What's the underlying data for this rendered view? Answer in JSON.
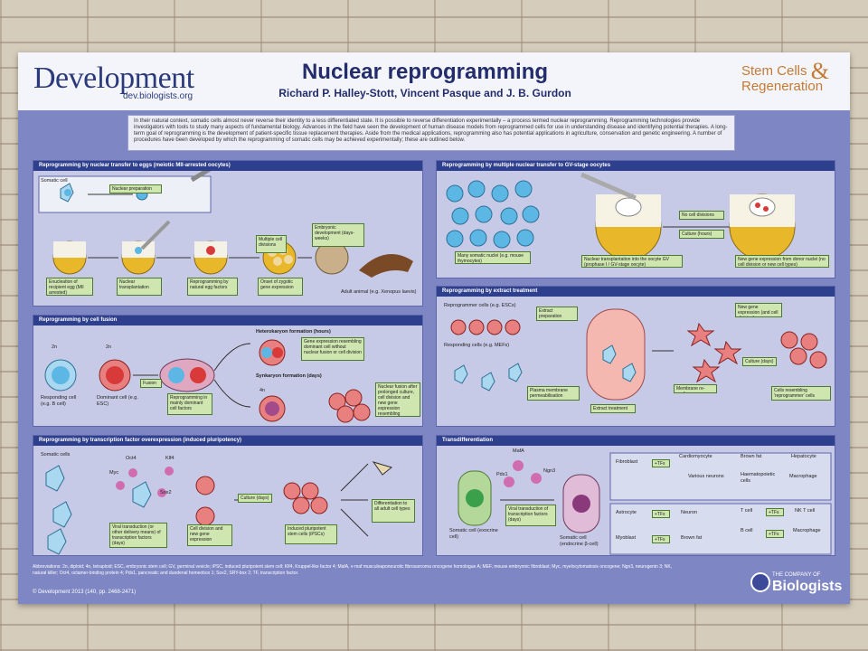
{
  "header": {
    "brand": "Development",
    "brand_url": "dev.biologists.org",
    "title": "Nuclear reprogramming",
    "authors": "Richard P. Halley-Stott, Vincent Pasque and J. B. Gurdon",
    "series_line1": "Stem Cells",
    "series_amp": "&",
    "series_line2": "Regeneration"
  },
  "intro": "In their natural context, somatic cells almost never reverse their identity to a less differentiated state. It is possible to reverse differentiation experimentally – a process termed nuclear reprogramming. Reprogramming technologies provide investigators with tools to study many aspects of fundamental biology. Advances in the field have seen the development of human disease models from reprogrammed cells for use in understanding disease and identifying potential therapies. A long-term goal of reprogramming is the development of patient-specific tissue replacement therapies. Aside from the medical applications, reprogramming also has potential applications in agriculture, conservation and genetic engineering. A number of procedures have been developed by which the reprogramming of somatic cells may be achieved experimentally; these are outlined below.",
  "panels": {
    "eggs": {
      "title": "Reprogramming by nuclear transfer to eggs (meiotic MII-arrested oocytes)",
      "somatic_cell": "Somatic cell",
      "nuclear_preparation": "Nuclear preparation",
      "enucleation": "Enucleation of recipient egg (MII arrested)",
      "nuclear_transplantation": "Nuclear transplantation",
      "reprogramming_egg": "Reprogramming by natural egg factors",
      "multiple_divisions": "Multiple cell divisions",
      "onset_zygotic": "Onset of zygotic gene expression",
      "embryonic_development": "Embryonic development (days-weeks)",
      "adult_animal": "Adult animal (e.g. Xenopus laevis)"
    },
    "gv": {
      "title": "Reprogramming by multiple nuclear transfer to GV-stage oocytes",
      "many_nuclei": "Many somatic nuclei (e.g. mouse thymocytes)",
      "transplantation_gv": "Nuclear transplantation into the oocyte GV (prophase I / GV-stage oocyte)",
      "no_cell_divisions": "No cell divisions",
      "culture_hours": "Culture (hours)",
      "new_gene_expression": "New gene expression from donor nuclei (no cell division or new cell types)"
    },
    "fusion": {
      "title": "Reprogramming by cell fusion",
      "ploidy_2n_a": "2n",
      "ploidy_2n_b": "2n",
      "ploidy_4n": "4n",
      "responding_cell": "Responding cell (e.g. B cell)",
      "dominant_cell": "Dominant cell (e.g. ESC)",
      "fusion": "Fusion",
      "reprogramming_factors": "Reprogramming in mainly dominant cell factors",
      "heterokaryon": "Heterokaryon formation (hours)",
      "heterokaryon_box": "Gene expression resembling dominant cell without nuclear fusion or cell division",
      "synkaryon": "Synkaryon formation (days)",
      "synkaryon_box": "Nuclear fusion after prolonged culture, cell division and new gene expression resembling dominant cell"
    },
    "extract": {
      "title": "Reprogramming by extract treatment",
      "reprogrammer_cells": "Reprogrammer cells (e.g. ESCs)",
      "responding_cells": "Responding cells (e.g. MEFs)",
      "extract_preparation": "Extract preparation",
      "plasma_membrane": "Plasma membrane permeabilisation",
      "extract_treatment": "Extract treatment",
      "membrane_resealing": "Membrane re-sealing",
      "new_gene_expression": "New gene expression (and cell division)",
      "culture_days": "Culture (days)",
      "cells_resembling": "Cells resembling 'reprogrammer' cells"
    },
    "ipsc": {
      "title": "Reprogramming by transcription factor overexpression (induced pluripotency)",
      "somatic_cells": "Somatic cells",
      "oct4": "Oct4",
      "klf4": "Klf4",
      "myc": "Myc",
      "sox2": "Sox2",
      "viral_transduction": "Viral transduction (or other delivery means) of transcription factors (days)",
      "cell_division": "Cell division and new gene expression",
      "culture_days": "Culture (days)",
      "induced_pluripotent": "Induced pluripotent stem cells (iPSCs)",
      "differentiation": "Differentiation to all adult cell types"
    },
    "trans": {
      "title": "Transdifferentiation",
      "mafa": "MafA",
      "pdx1": "Pdx1",
      "ngn3": "Ngn3",
      "somatic_exocrine": "Somatic cell (exocrine cell)",
      "viral_transduction": "Viral transduction of transcription factors (days)",
      "somatic_endocrine": "Somatic cell (endocrine β-cell)",
      "fibroblast": "Fibroblast",
      "cardiomyocyte": "Cardiomyocyte",
      "various_neurons": "Various neurons",
      "brown_fat": "Brown fat",
      "haematopoietic": "Haematopoietic cells",
      "hepatocyte": "Hepatocyte",
      "macrophage": "Macrophage",
      "astrocyte": "Astrocyte",
      "neuron": "Neuron",
      "myoblast": "Myoblast",
      "brown_fat_b": "Brown fat",
      "t_cell": "T cell",
      "nk_t_cell": "NK T cell",
      "b_cell": "B cell",
      "macrophage_b": "Macrophage",
      "tfs": "+TFs"
    }
  },
  "footer": {
    "abbreviations": "Abbreviations: 2n, diploid; 4n, tetraploid; ESC, embryonic stem cell; GV, germinal vesicle; iPSC, induced pluripotent stem cell; Klf4, Kruppel-like factor 4; MafA, v-maf musculoaponeurotic fibrosarcoma oncogene homologue A; MEF, mouse embryonic fibroblast; Myc, myelocytomatosis oncogene; Ngn3, neurogenin 3; NK, natural killer; Oct4, octamer-binding protein 4; Pdx1, pancreatic and duodenal homeobox 1; Sox2, SRY-box 2; TF, transcription factor.",
    "citation": "© Development 2013 (140, pp. 2468-2471)",
    "publisher_small": "THE COMPANY OF",
    "publisher_big": "Biologists"
  },
  "colors": {
    "poster_bg": "#7e86c3",
    "panel_bg": "#c6cae6",
    "panel_header": "#2e3f8e",
    "cell_blue": "#5cb7e4",
    "cell_red": "#d83a3a",
    "egg_yellow": "#e8b72a",
    "label_green": "#cfe6b0",
    "series_orange": "#c47a34"
  }
}
